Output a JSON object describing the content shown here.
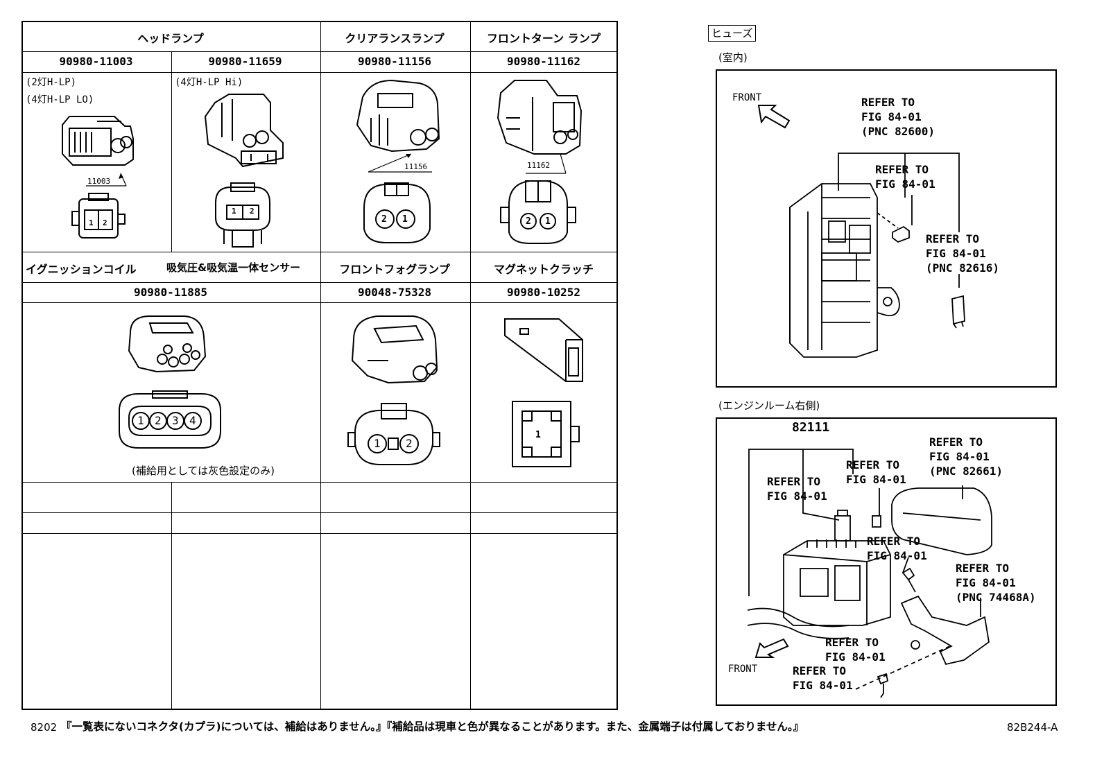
{
  "table": {
    "header_row1": {
      "headlamp": "ヘッドランプ",
      "clearance_lamp": "クリアランスランプ",
      "front_turn_lamp": "フロントターン ランプ"
    },
    "part_numbers_row1": [
      "90980-11003",
      "90980-11659",
      "90980-11156",
      "90980-11162"
    ],
    "notes_row1": {
      "c1_line1": "(2灯H-LP)",
      "c1_line2": "(4灯H-LP LO)",
      "c2_line1": "(4灯H-LP Hi)"
    },
    "callouts_row1": [
      "11003",
      "11156",
      "11162"
    ],
    "pins_row1": {
      "c1": [
        "1",
        "2"
      ],
      "c2": [
        "1",
        "2"
      ],
      "c3": [
        "2",
        "1"
      ],
      "c4": [
        "2",
        "1"
      ]
    },
    "header_row2": {
      "ignition_coil": "イグニッションコイル",
      "intake_sensor": "吸気圧&吸気温一体センサー",
      "front_fog_lamp": "フロントフォグランプ",
      "magnet_clutch": "マグネットクラッチ"
    },
    "part_numbers_row2": [
      "90980-11885",
      "90048-75328",
      "90980-10252"
    ],
    "pins_row2": {
      "c1": [
        "1",
        "2",
        "3",
        "4"
      ],
      "c3": [
        "1",
        "2"
      ],
      "c4": [
        "1"
      ]
    },
    "note_row2": "(補給用としては灰色設定のみ)"
  },
  "fuse_panel": {
    "title": "ヒューズ",
    "interior_label": "(室内)",
    "engine_room_label": "(エンジンルーム右側)",
    "front_label": "FRONT",
    "interior_refs": [
      "REFER TO\nFIG 84-01\n(PNC 82600)",
      "REFER TO\nFIG 84-01",
      "REFER TO\nFIG 84-01\n(PNC 82616)"
    ],
    "engine_part_number": "82111",
    "engine_refs": [
      "REFER TO\nFIG 84-01",
      "REFER TO\nFIG 84-01",
      "REFER TO\nFIG 84-01\n(PNC 82661)",
      "REFER TO\nFIG 84-01",
      "REFER TO\nFIG 84-01\n(PNC 74468A)",
      "REFER TO\nFIG 84-01",
      "REFER TO\nFIG 84-01"
    ]
  },
  "footer": {
    "page_code": "8202",
    "note": "『一覧表にないコネクタ(カプラ)については、補給はありません。』『補給品は現車と色が異なることがあります。また、金属端子は付属しておりません。』",
    "fig_code": "82B244-A"
  }
}
